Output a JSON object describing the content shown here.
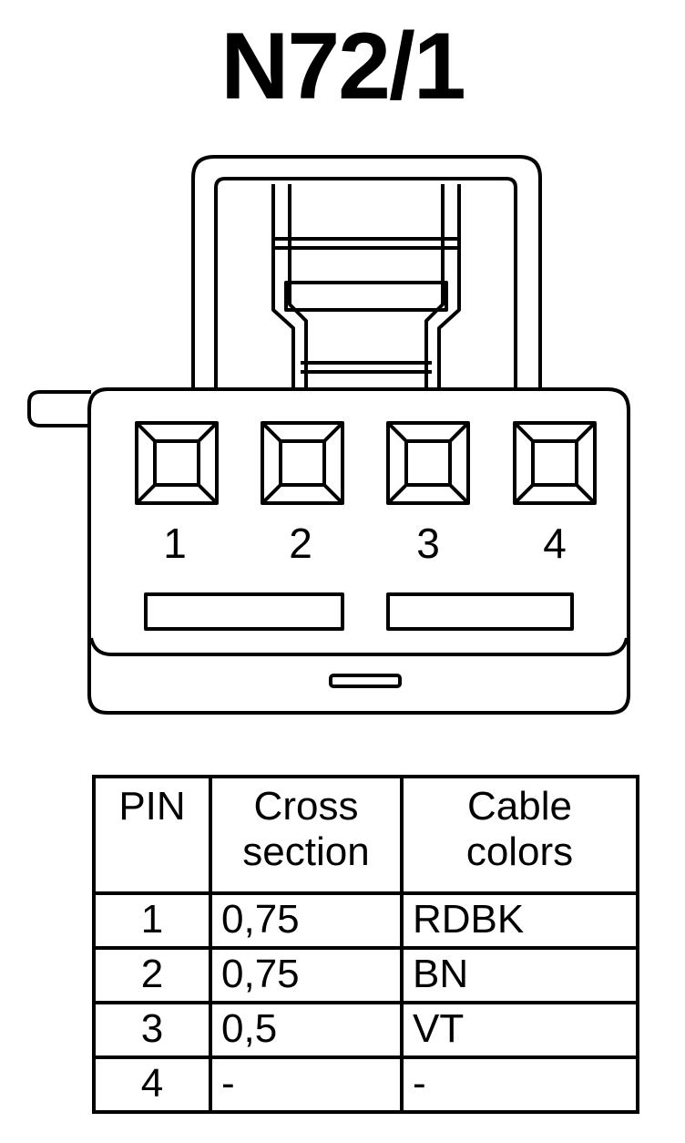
{
  "title": "N72/1",
  "pins": [
    "1",
    "2",
    "3",
    "4"
  ],
  "table": {
    "headers": {
      "pin": "PIN",
      "cross_section": [
        "Cross",
        "section"
      ],
      "cable_colors": [
        "Cable",
        "colors"
      ]
    },
    "rows": [
      {
        "pin": "1",
        "cross_section": "0,75",
        "color": "RDBK"
      },
      {
        "pin": "2",
        "cross_section": "0,75",
        "color": "BN"
      },
      {
        "pin": "3",
        "cross_section": "0,5",
        "color": "VT"
      },
      {
        "pin": "4",
        "cross_section": "-",
        "color": "-"
      }
    ]
  },
  "colors": {
    "line": "#000000",
    "background": "#ffffff"
  }
}
